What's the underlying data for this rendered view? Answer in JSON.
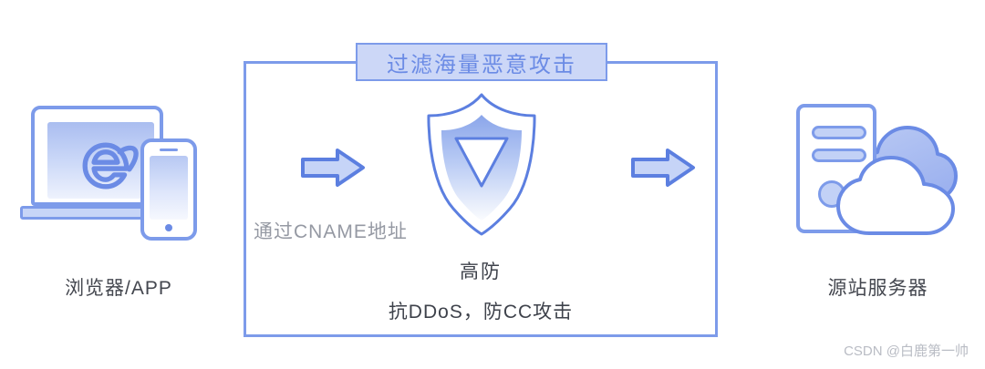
{
  "diagram": {
    "title_badge": "过滤海量恶意攻击",
    "left_node": {
      "caption": "浏览器/APP",
      "icons": [
        "laptop-icon",
        "internet-explorer-logo",
        "smartphone-icon"
      ]
    },
    "right_node": {
      "caption": "源站服务器",
      "icons": [
        "server-tower-icon",
        "cloud-icon"
      ]
    },
    "center": {
      "cname_label": "通过CNAME地址",
      "name": "高防",
      "subtitle": "抗DDoS，防CC攻击",
      "shield_icon": "shield-icon"
    },
    "arrows": {
      "left_arrow": "arrow-right-icon",
      "right_arrow": "arrow-right-icon"
    }
  },
  "watermark": "CSDN @白鹿第一帅",
  "colors": {
    "accent_blue": "#7d9bea",
    "badge_fill": "#ccd7f7",
    "badge_text": "#6b8be5",
    "fill_light": "#c2d1f6",
    "text_dark": "#3e424b",
    "text_muted": "#9599a3",
    "watermark": "#b9bcc4"
  }
}
